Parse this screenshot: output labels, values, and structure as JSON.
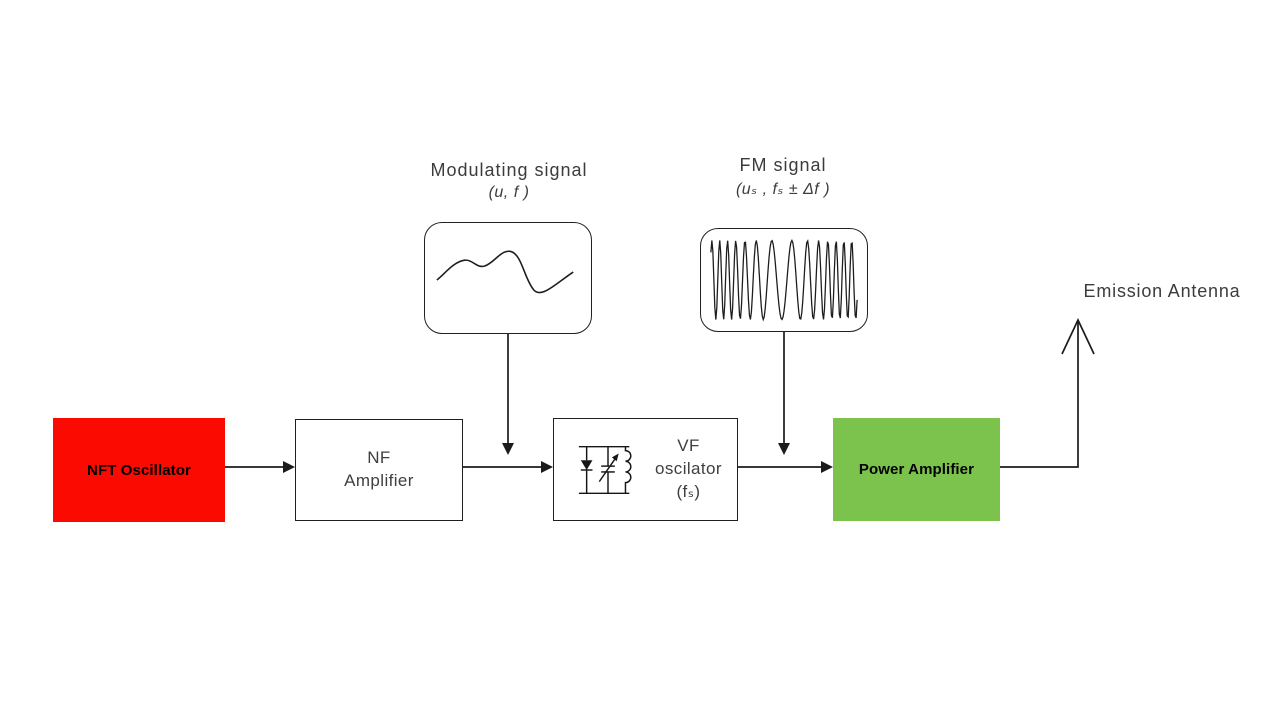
{
  "diagram": {
    "blocks": {
      "nft_oscillator": {
        "label": "NFT Oscillator",
        "color": "#fa0a00"
      },
      "nf_amplifier": {
        "label": "NF\nAmplifier"
      },
      "vf_oscillator": {
        "label": "VF\noscilator\n(fₛ)"
      },
      "power_amplifier": {
        "label": "Power Amplifier",
        "color": "#7cc34e"
      }
    },
    "annotations": {
      "modulating_signal": {
        "title": "Modulating signal",
        "subtitle": "(u, f )"
      },
      "fm_signal": {
        "title": "FM signal",
        "subtitle": "(uₛ , fₛ ± Δf )"
      },
      "emission_antenna": {
        "label": "Emission Antenna"
      }
    },
    "icons": {
      "modulating_wave": "sine-wave-icon",
      "fm_wave": "fm-wave-icon",
      "vf_circuit": "varactor-lc-circuit-icon",
      "antenna": "antenna-arrow-icon"
    },
    "line_color": "#1b1b1b"
  }
}
